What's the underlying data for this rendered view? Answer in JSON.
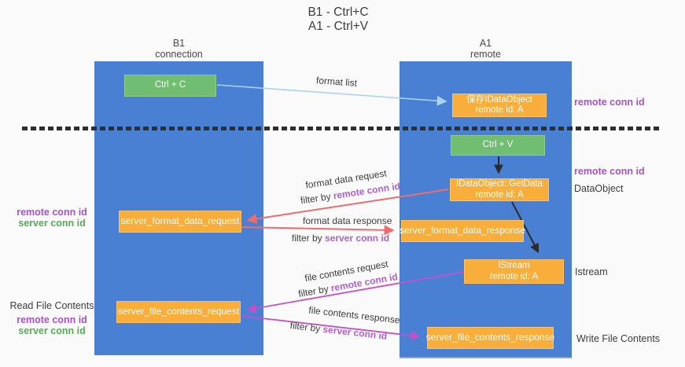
{
  "title": {
    "line1": "B1 - Ctrl+C",
    "line2": "A1 - Ctrl+V"
  },
  "lanes": {
    "left": {
      "name": "B1",
      "subtitle": "connection"
    },
    "right": {
      "name": "A1",
      "subtitle": "remote"
    }
  },
  "nodes": {
    "ctrl_c": "Ctrl + C",
    "ctrl_v": "Ctrl + V",
    "save_dataobject": {
      "line1": "保存IDataObject",
      "line2": "remote id: A"
    },
    "getdata": {
      "line1": "IDataObject::GetData",
      "line2": "remote id: A"
    },
    "istream": {
      "line1": "IStream",
      "line2": "remote id: A"
    },
    "server_format_data_request": "server_format_data_request",
    "server_format_data_response": "server_format_data_response",
    "server_file_contents_request": "server_file_contents_request",
    "server_file_contents_response": "server_file_contents_response"
  },
  "flow_labels": {
    "format_list": "format list",
    "format_data_request": "format data request",
    "format_data_response": "format data response",
    "file_contents_request": "file contents request",
    "file_contents_response": "file contents response",
    "filter_by": "filter by",
    "remote_conn_id": "remote conn id",
    "server_conn_id": "server conn id"
  },
  "side_labels": {
    "remote_conn_id": "remote conn id",
    "server_conn_id": "server conn id",
    "dataobject": "DataObject",
    "istream": "Istream",
    "read_file_contents": "Read File Contents",
    "write_file_contents": "Write File Contents"
  },
  "colors": {
    "lane_blue": "#4a80d4",
    "box_orange": "#f9ae3b",
    "box_green": "#71bd71",
    "arrow_light_blue": "#a9d3f0",
    "arrow_red": "#ed6d6d",
    "arrow_magenta": "#c94fc9",
    "arrow_black": "#2b2b2b",
    "label_purple": "#a952c8",
    "label_green": "#56ab56"
  }
}
